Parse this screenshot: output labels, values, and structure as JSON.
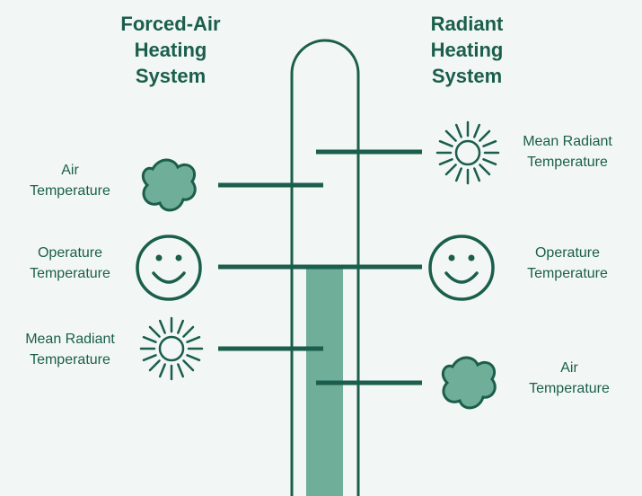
{
  "left_heading": [
    "Forced-Air",
    "Heating",
    "System"
  ],
  "right_heading": [
    "Radiant",
    "Heating",
    "System"
  ],
  "left_labels": {
    "air": [
      "Air",
      "Temperature"
    ],
    "operative": [
      "Operature",
      "Temperature"
    ],
    "mean_radiant": [
      "Mean Radiant",
      "Temperature"
    ]
  },
  "right_labels": {
    "mean_radiant": [
      "Mean Radiant",
      "Temperature"
    ],
    "operative": [
      "Operature",
      "Temperature"
    ],
    "air": [
      "Air",
      "Temperature"
    ]
  },
  "icons": {
    "cloud": "cloud-icon",
    "smiley": "smiley-face-icon",
    "sun": "sun-icon"
  },
  "colors": {
    "stroke": "#1b5e4b",
    "fill": "#6fae98",
    "background": "#f2f7f5"
  }
}
